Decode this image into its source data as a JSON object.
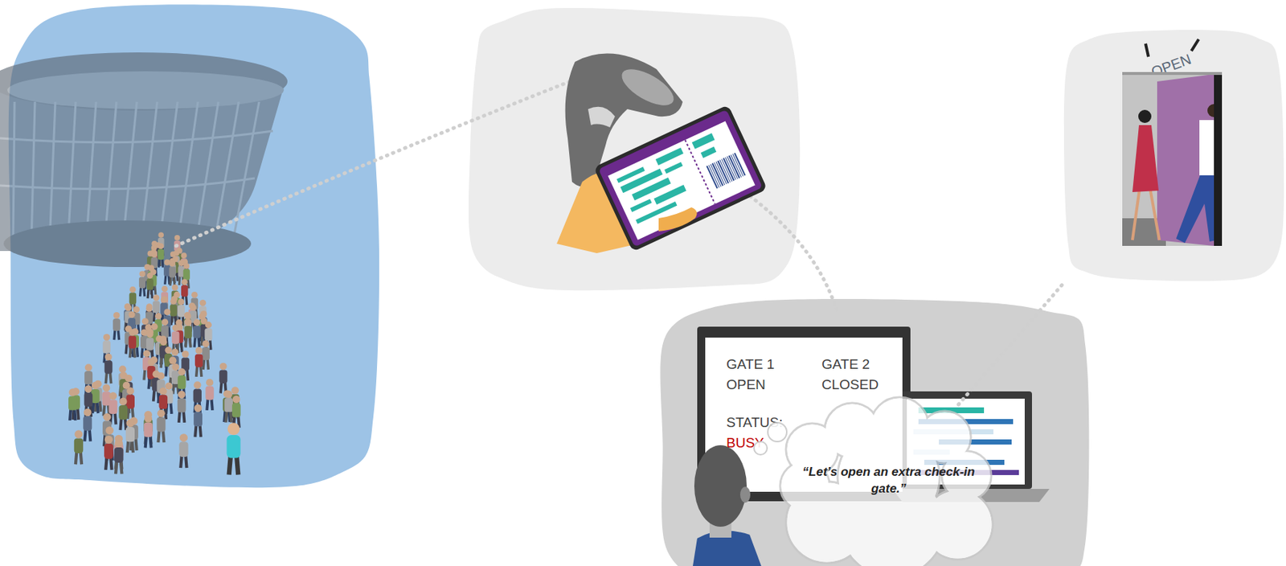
{
  "diagram": {
    "nodes": [
      {
        "text": [
          "GATE 1",
          "OPEN",
          "GATE 2",
          "CLOSED",
          "STATUS:",
          "BUSY"
        ]
      },
      {
        "text": [
          "“Let’s open an extra check-in gate.”"
        ]
      },
      {
        "text": [
          "OPEN"
        ]
      }
    ],
    "edges": [
      {
        "from": 1,
        "to": 2,
        "arrow": "none"
      }
    ]
  }
}
